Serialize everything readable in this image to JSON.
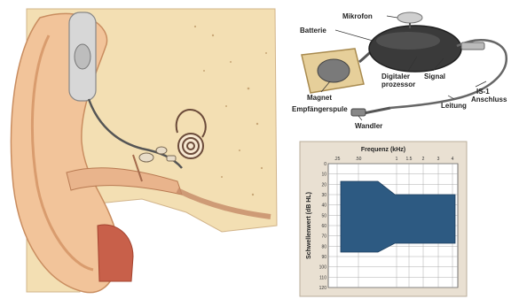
{
  "device_labels": {
    "mikrofon": "Mikrofon",
    "batterie": "Batterie",
    "digitaler": "Digitaler",
    "prozessor": "prozessor",
    "signal": "Signal",
    "magnet": "Magnet",
    "empfaengerspule": "Empfängerspule",
    "leitung": "Leitung",
    "is1": "IS-1",
    "anschluss": "Anschluss",
    "wandler": "Wandler"
  },
  "audiogram": {
    "title": "Frequenz (kHz)",
    "ylabel": "Schwellenwert (dB HL)",
    "x_ticks": [
      ".25",
      ".50",
      "1",
      "1.5",
      "2",
      "3",
      "4"
    ],
    "y_ticks": [
      "0",
      "10",
      "20",
      "30",
      "40",
      "50",
      "60",
      "70",
      "80",
      "90",
      "100",
      "110",
      "120"
    ]
  },
  "colors": {
    "band": "#2d5a82",
    "chart_frame": "#e9e0d2",
    "skin": "#f0c79c",
    "cartilage": "#f3ddb0",
    "device_body": "#3a3a3a"
  }
}
